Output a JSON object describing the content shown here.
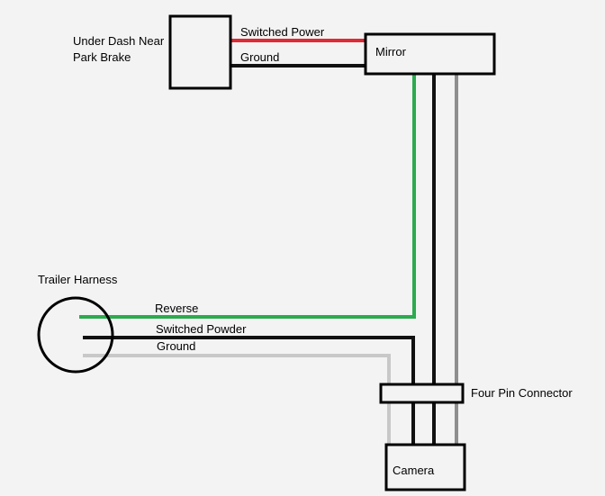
{
  "nodes": {
    "under_dash": {
      "label_line1": "Under Dash Near",
      "label_line2": "Park Brake"
    },
    "mirror": {
      "label": "Mirror"
    },
    "trailer_harness": {
      "label": "Trailer Harness"
    },
    "connector": {
      "label": "Four Pin Connector"
    },
    "camera": {
      "label": "Camera"
    }
  },
  "wires": {
    "switched_power": {
      "label": "Switched Power",
      "color": "#e02a35"
    },
    "ground_top": {
      "label": "Ground",
      "color": "#111111"
    },
    "reverse": {
      "label": "Reverse",
      "color": "#2bab4e"
    },
    "switched_powder": {
      "label": "Switched Powder",
      "color": "#111111"
    },
    "ground_bottom": {
      "label": "Ground",
      "color": "#c8c8c8"
    },
    "vertical_gray": {
      "color": "#8e8e8e"
    }
  }
}
